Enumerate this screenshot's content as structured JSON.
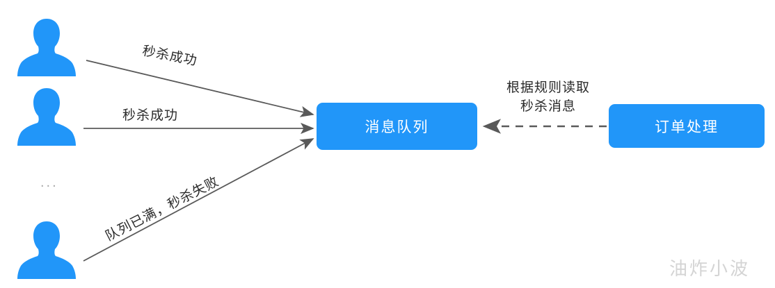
{
  "diagram": {
    "title": "",
    "colors": {
      "node_fill": "#2196f9",
      "node_text": "#ffffff",
      "arrow": "#595959",
      "label_text": "#2b2b2b",
      "watermark": "#d4d4d4",
      "background": "#ffffff"
    },
    "actors": [
      {
        "name": "user-1",
        "icon": "user-icon"
      },
      {
        "name": "user-2",
        "icon": "user-icon"
      },
      {
        "name": "user-3",
        "icon": "user-icon"
      }
    ],
    "ellipsis": "...",
    "nodes": [
      {
        "id": "queue",
        "label": "消息队列"
      },
      {
        "id": "order",
        "label": "订单处理"
      }
    ],
    "edges": [
      {
        "id": "edge-1",
        "from": "user-1",
        "to": "queue",
        "label": "秒杀成功",
        "style": "solid"
      },
      {
        "id": "edge-2",
        "from": "user-2",
        "to": "queue",
        "label": "秒杀成功",
        "style": "solid"
      },
      {
        "id": "edge-3",
        "from": "user-3",
        "to": "queue",
        "label": "队列已满，秒杀失败",
        "style": "solid"
      },
      {
        "id": "edge-4",
        "from": "order",
        "to": "queue",
        "label_line1": "根据规则读取",
        "label_line2": "秒杀消息",
        "style": "dashed"
      }
    ],
    "watermark": "油炸小波"
  }
}
